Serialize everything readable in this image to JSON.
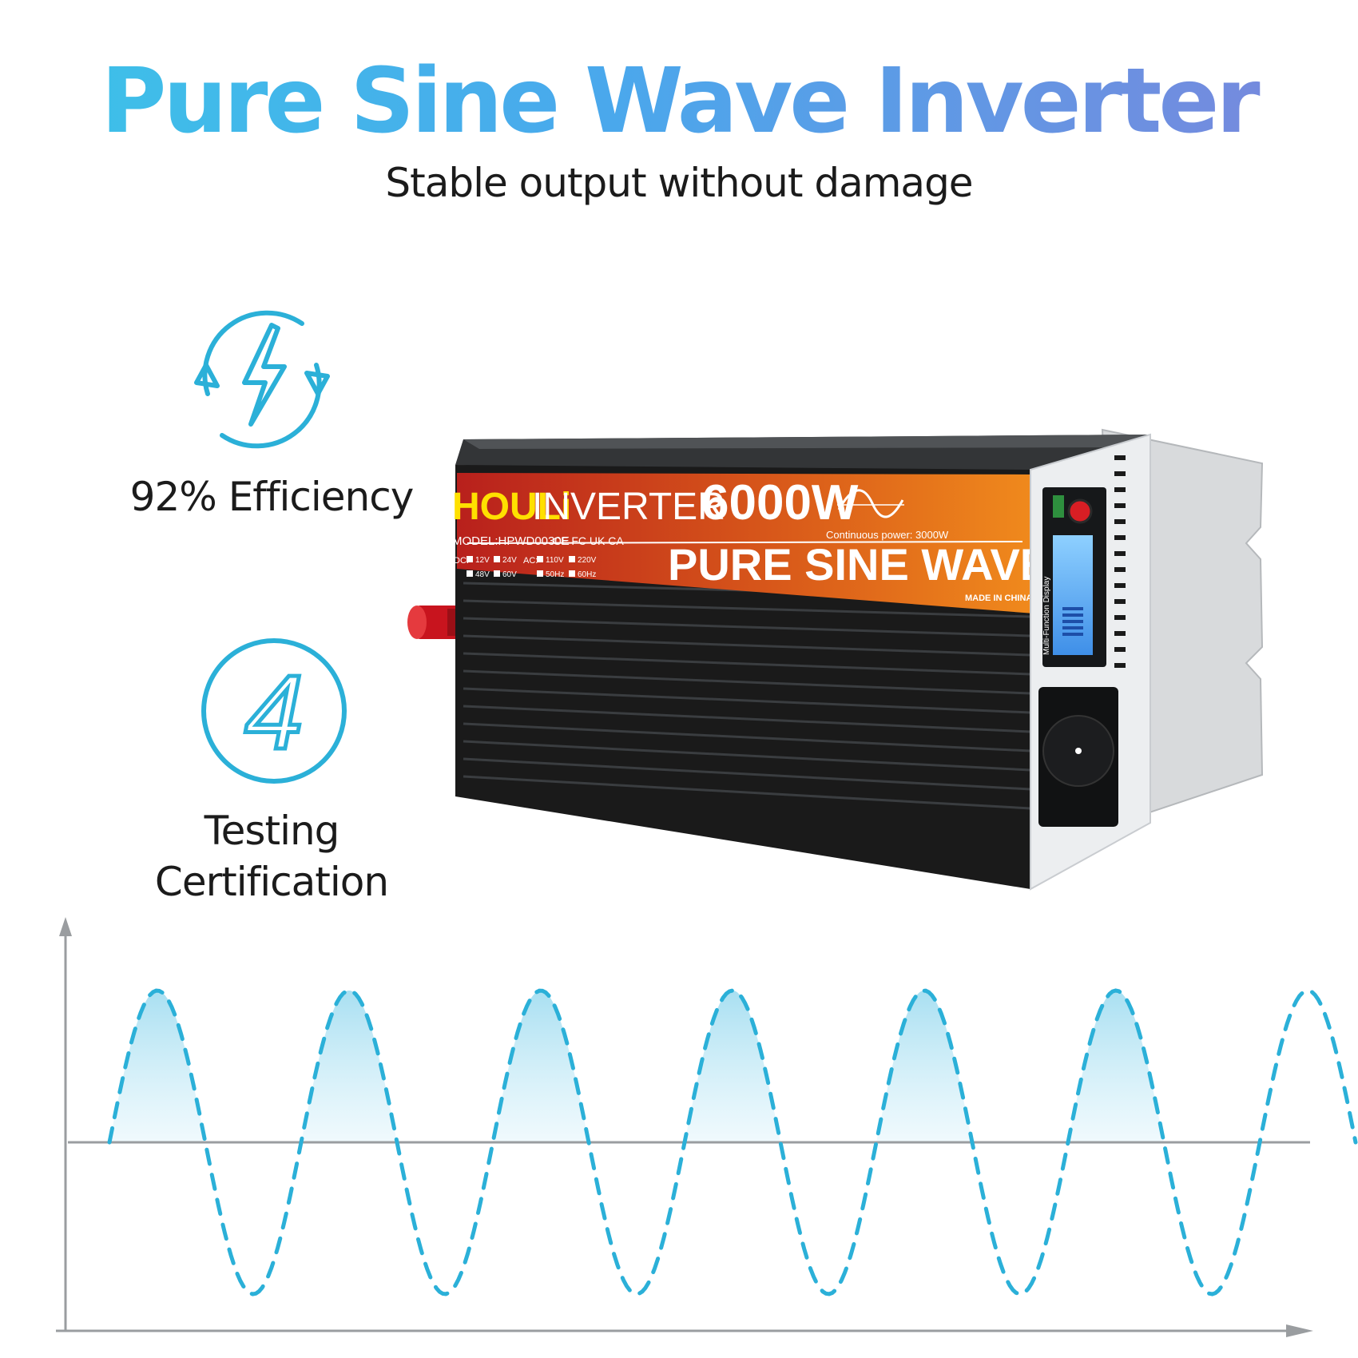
{
  "header": {
    "title": "Pure Sine Wave Inverter",
    "subtitle": "Stable output without damage"
  },
  "features": [
    {
      "icon": "lightning-cycle-icon",
      "label": "92% Efficiency"
    },
    {
      "icon": "number-4-circle-icon",
      "label_lines": [
        "Testing",
        "Certification"
      ],
      "badge": "4"
    }
  ],
  "product": {
    "brand": "HOULi",
    "name": "INVERTER",
    "power": "6000W",
    "continuous": "Continuous power: 3000W",
    "model": "MODEL:HPWD0030E",
    "certs": "CE FC UK CA",
    "wave_type": "PURE SINE WAVE",
    "origin": "MADE IN CHINA",
    "display_label": "Multi-Function Display",
    "dc_label": "DC:",
    "ac_label": "AC:",
    "dc_options": [
      "12V",
      "24V",
      "48V",
      "60V"
    ],
    "ac_options": [
      "110V",
      "220V",
      "50Hz",
      "60Hz"
    ]
  },
  "colors": {
    "title_start": "#3cc3e8",
    "title_end": "#7b86dc",
    "accent": "#2bb0d8",
    "label_red": "#b8201c",
    "label_orange": "#f08a1c",
    "brand_yellow": "#ffe000",
    "body_black": "#1a1a1a"
  }
}
